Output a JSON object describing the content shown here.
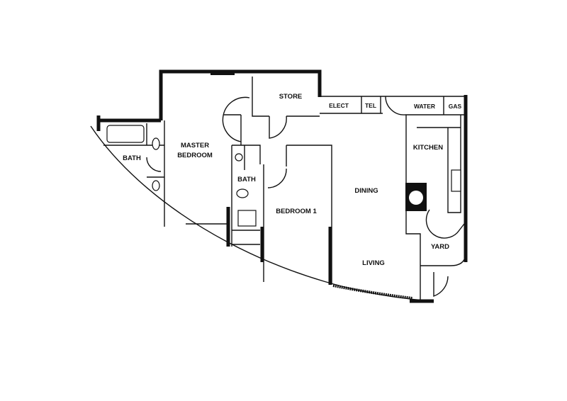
{
  "title": "Apartment floor plan",
  "rooms": {
    "master_bedroom_line1": "MASTER",
    "master_bedroom_line2": "BEDROOM",
    "bath_master": "BATH",
    "bath_common": "BATH",
    "store": "STORE",
    "elect": "ELECT",
    "tel": "TEL",
    "water": "WATER",
    "gas": "GAS",
    "kitchen": "KITCHEN",
    "dining": "DINING",
    "bedroom1": "BEDROOM 1",
    "living": "LIVING",
    "yard": "YARD"
  },
  "colors": {
    "wall": "#111111",
    "background": "#ffffff"
  }
}
